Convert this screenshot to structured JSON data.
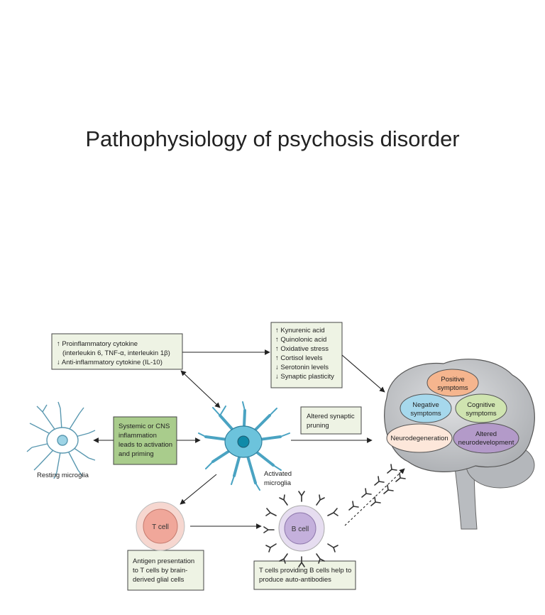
{
  "title": "Pathophysiology of psychosis disorder",
  "boxes": {
    "cytokine": [
      "↑ Proinflammatory cytokine",
      "(interleukin 6, TNF-α, interleukin 1β)",
      "↓ Anti-inflammatory cytokine (IL-10)"
    ],
    "metabolic": [
      "↑ Kynurenic acid",
      "↑ Quinolonic acid",
      "↑ Oxidative stress",
      "↑ Cortisol levels",
      "↓ Serotonin levels",
      "↓ Synaptic plasticity"
    ],
    "inflammation": [
      "Systemic or CNS",
      "inflammation",
      "leads to activation",
      "and priming"
    ],
    "pruning": [
      "Altered synaptic",
      "pruning"
    ],
    "antigen": [
      "Antigen presentation",
      "to T cells by brain-",
      "derived glial cells"
    ],
    "bcell_help": [
      "T cells providing B cells help to",
      "produce auto-antibodies"
    ]
  },
  "labels": {
    "resting": "Resting microglia",
    "activated_1": "Activated",
    "activated_2": "microglia",
    "tcell": "T cell",
    "bcell": "B cell"
  },
  "brain_ovals": {
    "positive": [
      "Positive",
      "symptoms"
    ],
    "negative": [
      "Negative",
      "symptoms"
    ],
    "cognitive": [
      "Cognitive",
      "symptoms"
    ],
    "neurodegeneration": [
      "Neurodegeneration"
    ],
    "altered": [
      "Altered",
      "neurodevelopment"
    ]
  },
  "colors": {
    "box_fill": "#eef3e4",
    "box_fill_dark": "#a9cc8c",
    "positive": "#f5b58e",
    "negative": "#a6d8ec",
    "cognitive": "#cfe4b0",
    "neurodegeneration": "#fde7da",
    "altered": "#b39ac9",
    "microglia": "#6cc3dc",
    "brain": "#c9cbce"
  }
}
